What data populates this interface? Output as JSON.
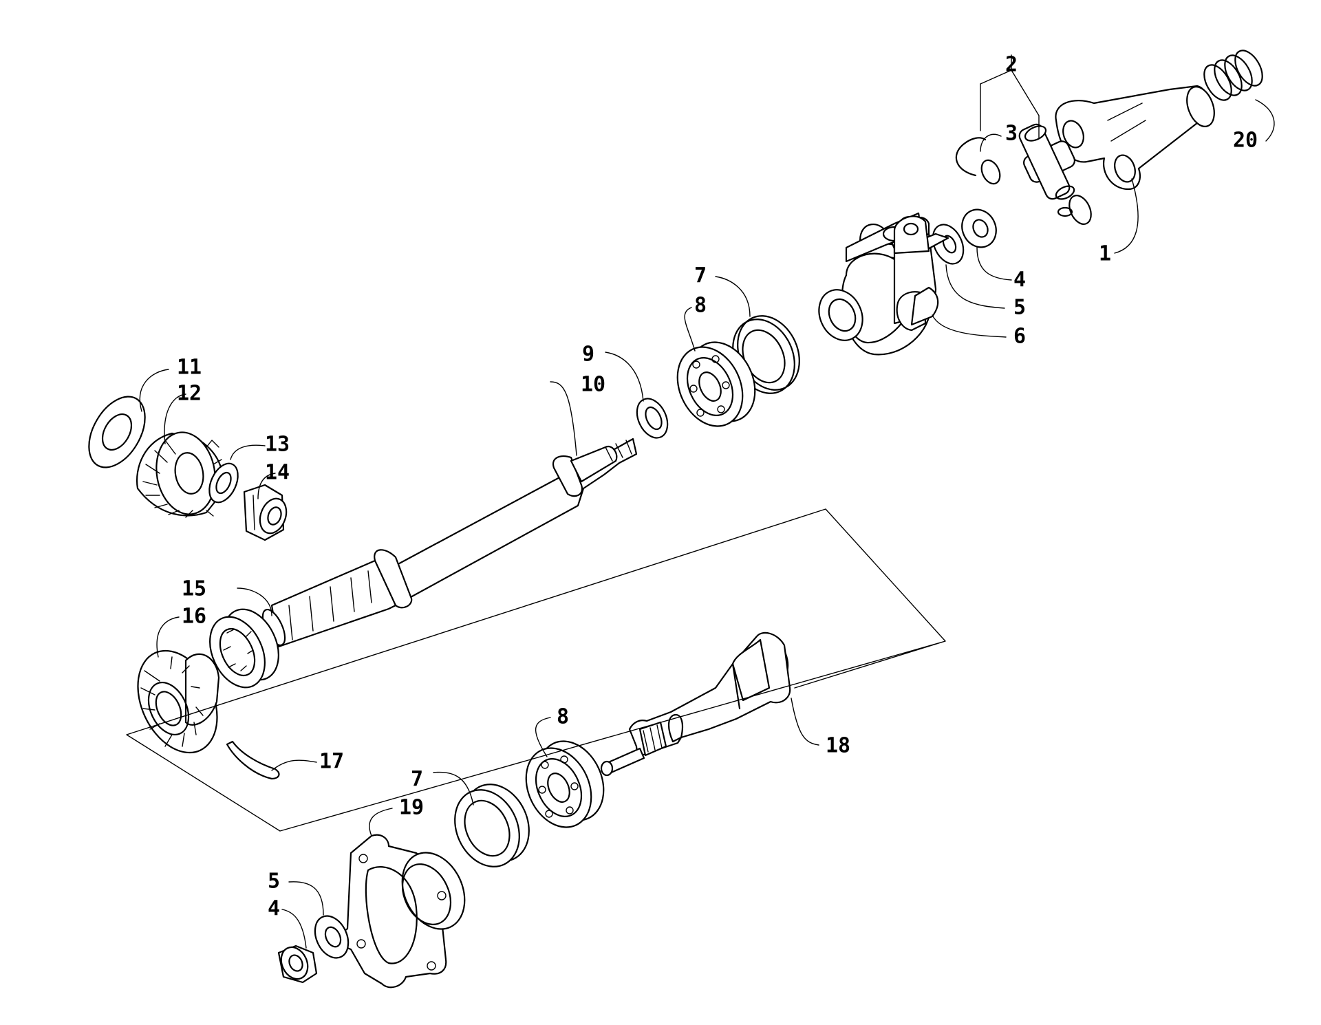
{
  "diagram": {
    "callouts": {
      "c1": "1",
      "c2": "2",
      "c3": "3",
      "c4a": "4",
      "c5a": "5",
      "c6": "6",
      "c7a": "7",
      "c8a": "8",
      "c9": "9",
      "c10": "10",
      "c11": "11",
      "c12": "12",
      "c13": "13",
      "c14": "14",
      "c15": "15",
      "c16": "16",
      "c17": "17",
      "c18": "18",
      "c8b": "8",
      "c7b": "7",
      "c19": "19",
      "c5b": "5",
      "c4b": "4",
      "c20": "20"
    }
  }
}
